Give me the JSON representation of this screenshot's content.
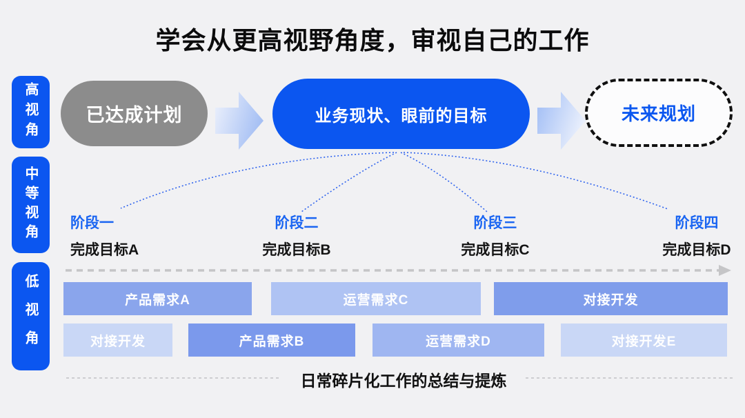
{
  "title": "学会从更高视野角度，审视自己的工作",
  "perspective_rail": {
    "items": [
      {
        "label": "高视角"
      },
      {
        "label": "中等视角"
      },
      {
        "label": "低视角"
      }
    ],
    "color": "#0B56F0"
  },
  "flow": {
    "past": {
      "label": "已达成计划",
      "color": "#8C8C8C"
    },
    "present": {
      "label": "业务现状、眼前的目标",
      "color": "#0B56F0"
    },
    "future": {
      "label": "未来规划",
      "text_color": "#0B57F0"
    }
  },
  "stages": [
    {
      "name": "阶段一",
      "goal": "完成目标A"
    },
    {
      "name": "阶段二",
      "goal": "完成目标B"
    },
    {
      "name": "阶段三",
      "goal": "完成目标C"
    },
    {
      "name": "阶段四",
      "goal": "完成目标D"
    }
  ],
  "tasks": {
    "row1": [
      {
        "label": "产品需求A",
        "color": "#8AA5EC"
      },
      {
        "label": "运营需求C",
        "color": "#AFC3F3"
      },
      {
        "label": "对接开发",
        "color": "#7F9DEB"
      }
    ],
    "row2": [
      {
        "label": "对接开发",
        "color": "#C9D7F6"
      },
      {
        "label": "产品需求B",
        "color": "#7B99EC"
      },
      {
        "label": "运营需求D",
        "color": "#9FB6F1"
      },
      {
        "label": "对接开发E",
        "color": "#C9D7F6"
      }
    ]
  },
  "caption": "日常碎片化工作的总结与提炼"
}
